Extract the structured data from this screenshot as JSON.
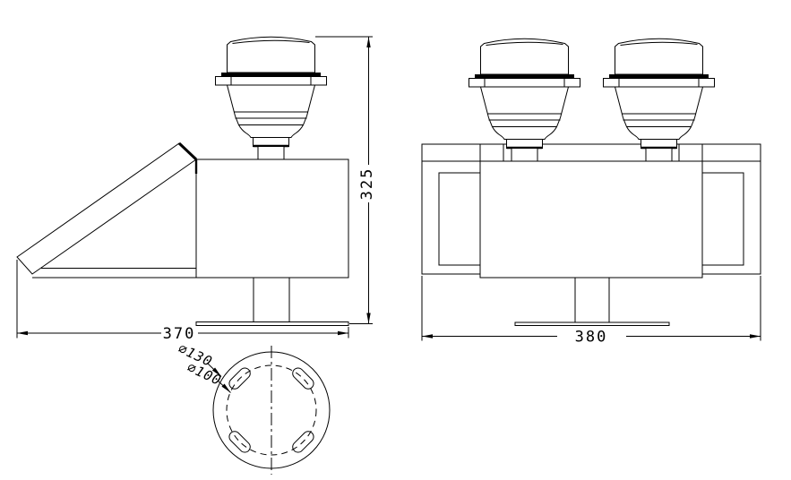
{
  "drawing": {
    "type": "technical-orthographic-drawing",
    "subject": "solar-powered double lantern unit",
    "colors": {
      "line": "#000000",
      "background": "#ffffff"
    },
    "dimensions": {
      "overall_height": "325",
      "side_view_width": "370",
      "front_view_width": "380",
      "flange_outer_diameter": "∅130",
      "bolt_circle_diameter": "∅100"
    }
  }
}
